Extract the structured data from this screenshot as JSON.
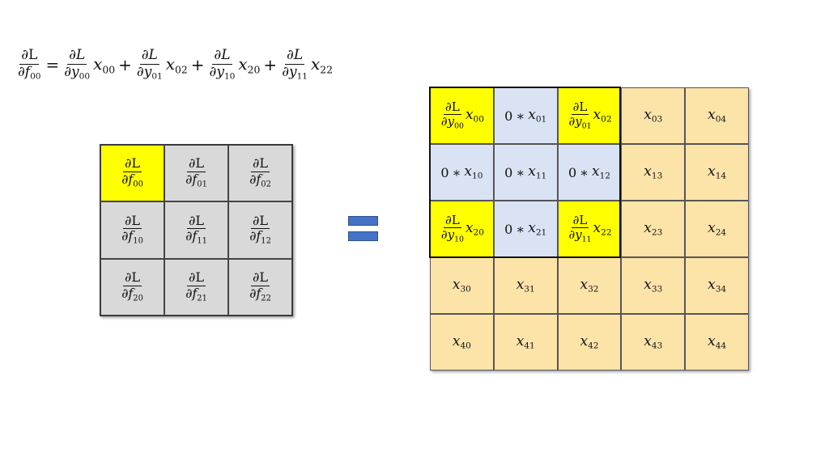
{
  "formula": {
    "lhs": {
      "num": "∂L",
      "den_sym": "∂f",
      "den_sub": "00"
    },
    "equals": "=",
    "plus": "+",
    "terms": [
      {
        "num": "∂L",
        "den_sym": "∂y",
        "den_sub": "00",
        "x_sym": "x",
        "x_sub": "00"
      },
      {
        "num": "∂L",
        "den_sym": "∂y",
        "den_sub": "01",
        "x_sym": "x",
        "x_sub": "02"
      },
      {
        "num": "∂L",
        "den_sym": "∂y",
        "den_sub": "10",
        "x_sym": "x",
        "x_sub": "20"
      },
      {
        "num": "∂L",
        "den_sym": "∂y",
        "den_sub": "11",
        "x_sym": "x",
        "x_sub": "22"
      }
    ]
  },
  "gradient_grid": {
    "num": "∂L",
    "den_sym": "∂f",
    "highlight_color": "#ffff00",
    "cell_color": "#d9d9d9",
    "subs": [
      [
        "00",
        "01",
        "02"
      ],
      [
        "10",
        "11",
        "12"
      ],
      [
        "20",
        "21",
        "22"
      ]
    ]
  },
  "equals_sign": {
    "color": "#4472c4"
  },
  "input_grid": {
    "cell_color": "#fce3a8",
    "zero_color": "#dae3f3",
    "highlight_color": "#ffff00",
    "x_sym": "x",
    "zero_text": "0",
    "times": "∗",
    "grad_num": "∂L",
    "grad_den_sym": "∂y",
    "rows": [
      [
        {
          "kind": "grad",
          "gsub": "00",
          "xsub": "00"
        },
        {
          "kind": "zero",
          "xsub": "01"
        },
        {
          "kind": "grad",
          "gsub": "01",
          "xsub": "02"
        },
        {
          "kind": "plain",
          "xsub": "03"
        },
        {
          "kind": "plain",
          "xsub": "04"
        }
      ],
      [
        {
          "kind": "zero",
          "xsub": "10"
        },
        {
          "kind": "zero",
          "xsub": "11"
        },
        {
          "kind": "zero",
          "xsub": "12"
        },
        {
          "kind": "plain",
          "xsub": "13"
        },
        {
          "kind": "plain",
          "xsub": "14"
        }
      ],
      [
        {
          "kind": "grad",
          "gsub": "10",
          "xsub": "20"
        },
        {
          "kind": "zero",
          "xsub": "21"
        },
        {
          "kind": "grad",
          "gsub": "11",
          "xsub": "22"
        },
        {
          "kind": "plain",
          "xsub": "23"
        },
        {
          "kind": "plain",
          "xsub": "24"
        }
      ],
      [
        {
          "kind": "plain",
          "xsub": "30"
        },
        {
          "kind": "plain",
          "xsub": "31"
        },
        {
          "kind": "plain",
          "xsub": "32"
        },
        {
          "kind": "plain",
          "xsub": "33"
        },
        {
          "kind": "plain",
          "xsub": "34"
        }
      ],
      [
        {
          "kind": "plain",
          "xsub": "40"
        },
        {
          "kind": "plain",
          "xsub": "41"
        },
        {
          "kind": "plain",
          "xsub": "42"
        },
        {
          "kind": "plain",
          "xsub": "43"
        },
        {
          "kind": "plain",
          "xsub": "44"
        }
      ]
    ]
  }
}
